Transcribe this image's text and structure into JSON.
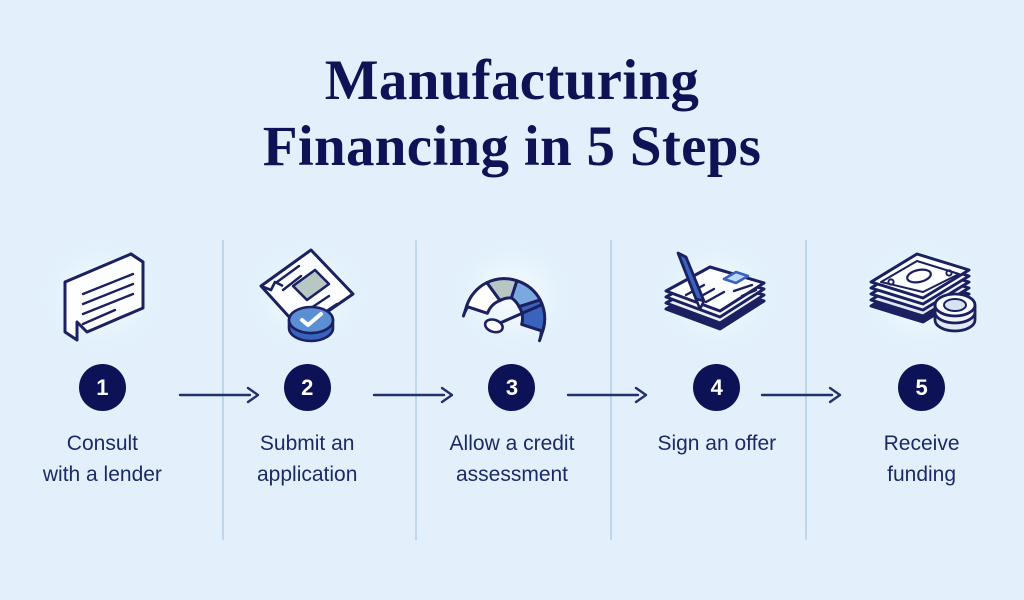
{
  "colors": {
    "background": "#e3f0fb",
    "navy": "#111155",
    "circle_navy": "#0d1155",
    "label_navy": "#1b2a66",
    "divider": "#bfd7e8",
    "accent_blue": "#2f62c4",
    "light_blue": "#5b8fd4",
    "white": "#ffffff"
  },
  "title": {
    "line1": "Manufacturing",
    "line2": "Financing in 5 Steps",
    "full": "Manufacturing Financing in 5 Steps"
  },
  "steps": [
    {
      "number": "1",
      "label": "Consult\nwith a lender",
      "icon": "speech-bubble-icon"
    },
    {
      "number": "2",
      "label": "Submit an\napplication",
      "icon": "document-check-icon"
    },
    {
      "number": "3",
      "label": "Allow a credit\nassessment",
      "icon": "credit-gauge-icon"
    },
    {
      "number": "4",
      "label": "Sign an offer",
      "icon": "pen-signing-document-icon"
    },
    {
      "number": "5",
      "label": "Receive\nfunding",
      "icon": "cash-stack-icon"
    }
  ],
  "connectors": [
    {
      "name": "arrow-1-to-2"
    },
    {
      "name": "arrow-2-to-3"
    },
    {
      "name": "arrow-3-to-4"
    },
    {
      "name": "arrow-4-to-5"
    }
  ],
  "dividers": [
    {
      "name": "divider-1"
    },
    {
      "name": "divider-2"
    },
    {
      "name": "divider-3"
    },
    {
      "name": "divider-4"
    }
  ]
}
